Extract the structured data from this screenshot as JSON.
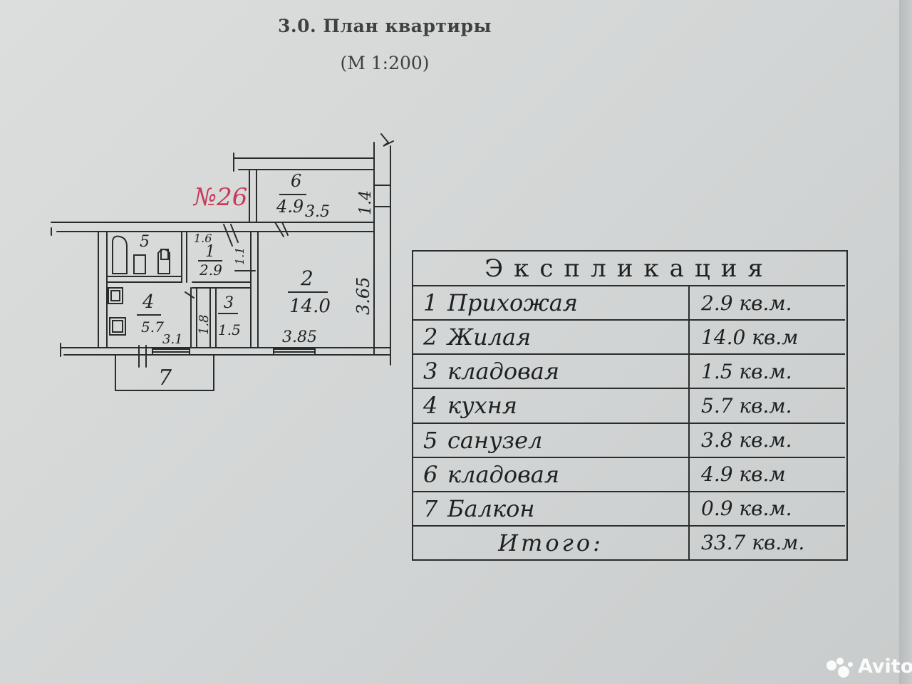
{
  "document": {
    "title": "3.0. План квартиры",
    "scale": "(М 1:200)"
  },
  "plan": {
    "apartment_number": "№26",
    "rooms": [
      {
        "num": "6",
        "area": "4.9"
      },
      {
        "num": "5",
        "area": ""
      },
      {
        "num": "1",
        "area": "2.9"
      },
      {
        "num": "2",
        "area": "14.0"
      },
      {
        "num": "3",
        "area": "1.5"
      },
      {
        "num": "4",
        "area": "5.7"
      },
      {
        "num": "7",
        "area": ""
      }
    ],
    "dimensions": [
      "3.5",
      "1.4",
      "1.6",
      "1.1",
      "3.65",
      "1.8",
      "3.85",
      "3.1"
    ]
  },
  "explication": {
    "header": "Экспликация",
    "rows": [
      {
        "num": "1",
        "name": "Прихожая",
        "area": "2.9 кв.м."
      },
      {
        "num": "2",
        "name": "Жилая",
        "area": "14.0 кв.м"
      },
      {
        "num": "3",
        "name": "кладовая",
        "area": "1.5 кв.м."
      },
      {
        "num": "4",
        "name": "кухня",
        "area": "5.7 кв.м."
      },
      {
        "num": "5",
        "name": "санузел",
        "area": "3.8 кв.м."
      },
      {
        "num": "6",
        "name": "кладовая",
        "area": "4.9 кв.м"
      },
      {
        "num": "7",
        "name": "Балкон",
        "area": "0.9 кв.м."
      }
    ],
    "total_label": "Итого:",
    "total_area": "33.7 кв.м."
  },
  "watermark": {
    "brand": "Avito"
  },
  "colors": {
    "paper": "#d6d8d8",
    "ink": "#1f2222",
    "red_ink": "#c73a5a",
    "print": "#3f4141"
  }
}
